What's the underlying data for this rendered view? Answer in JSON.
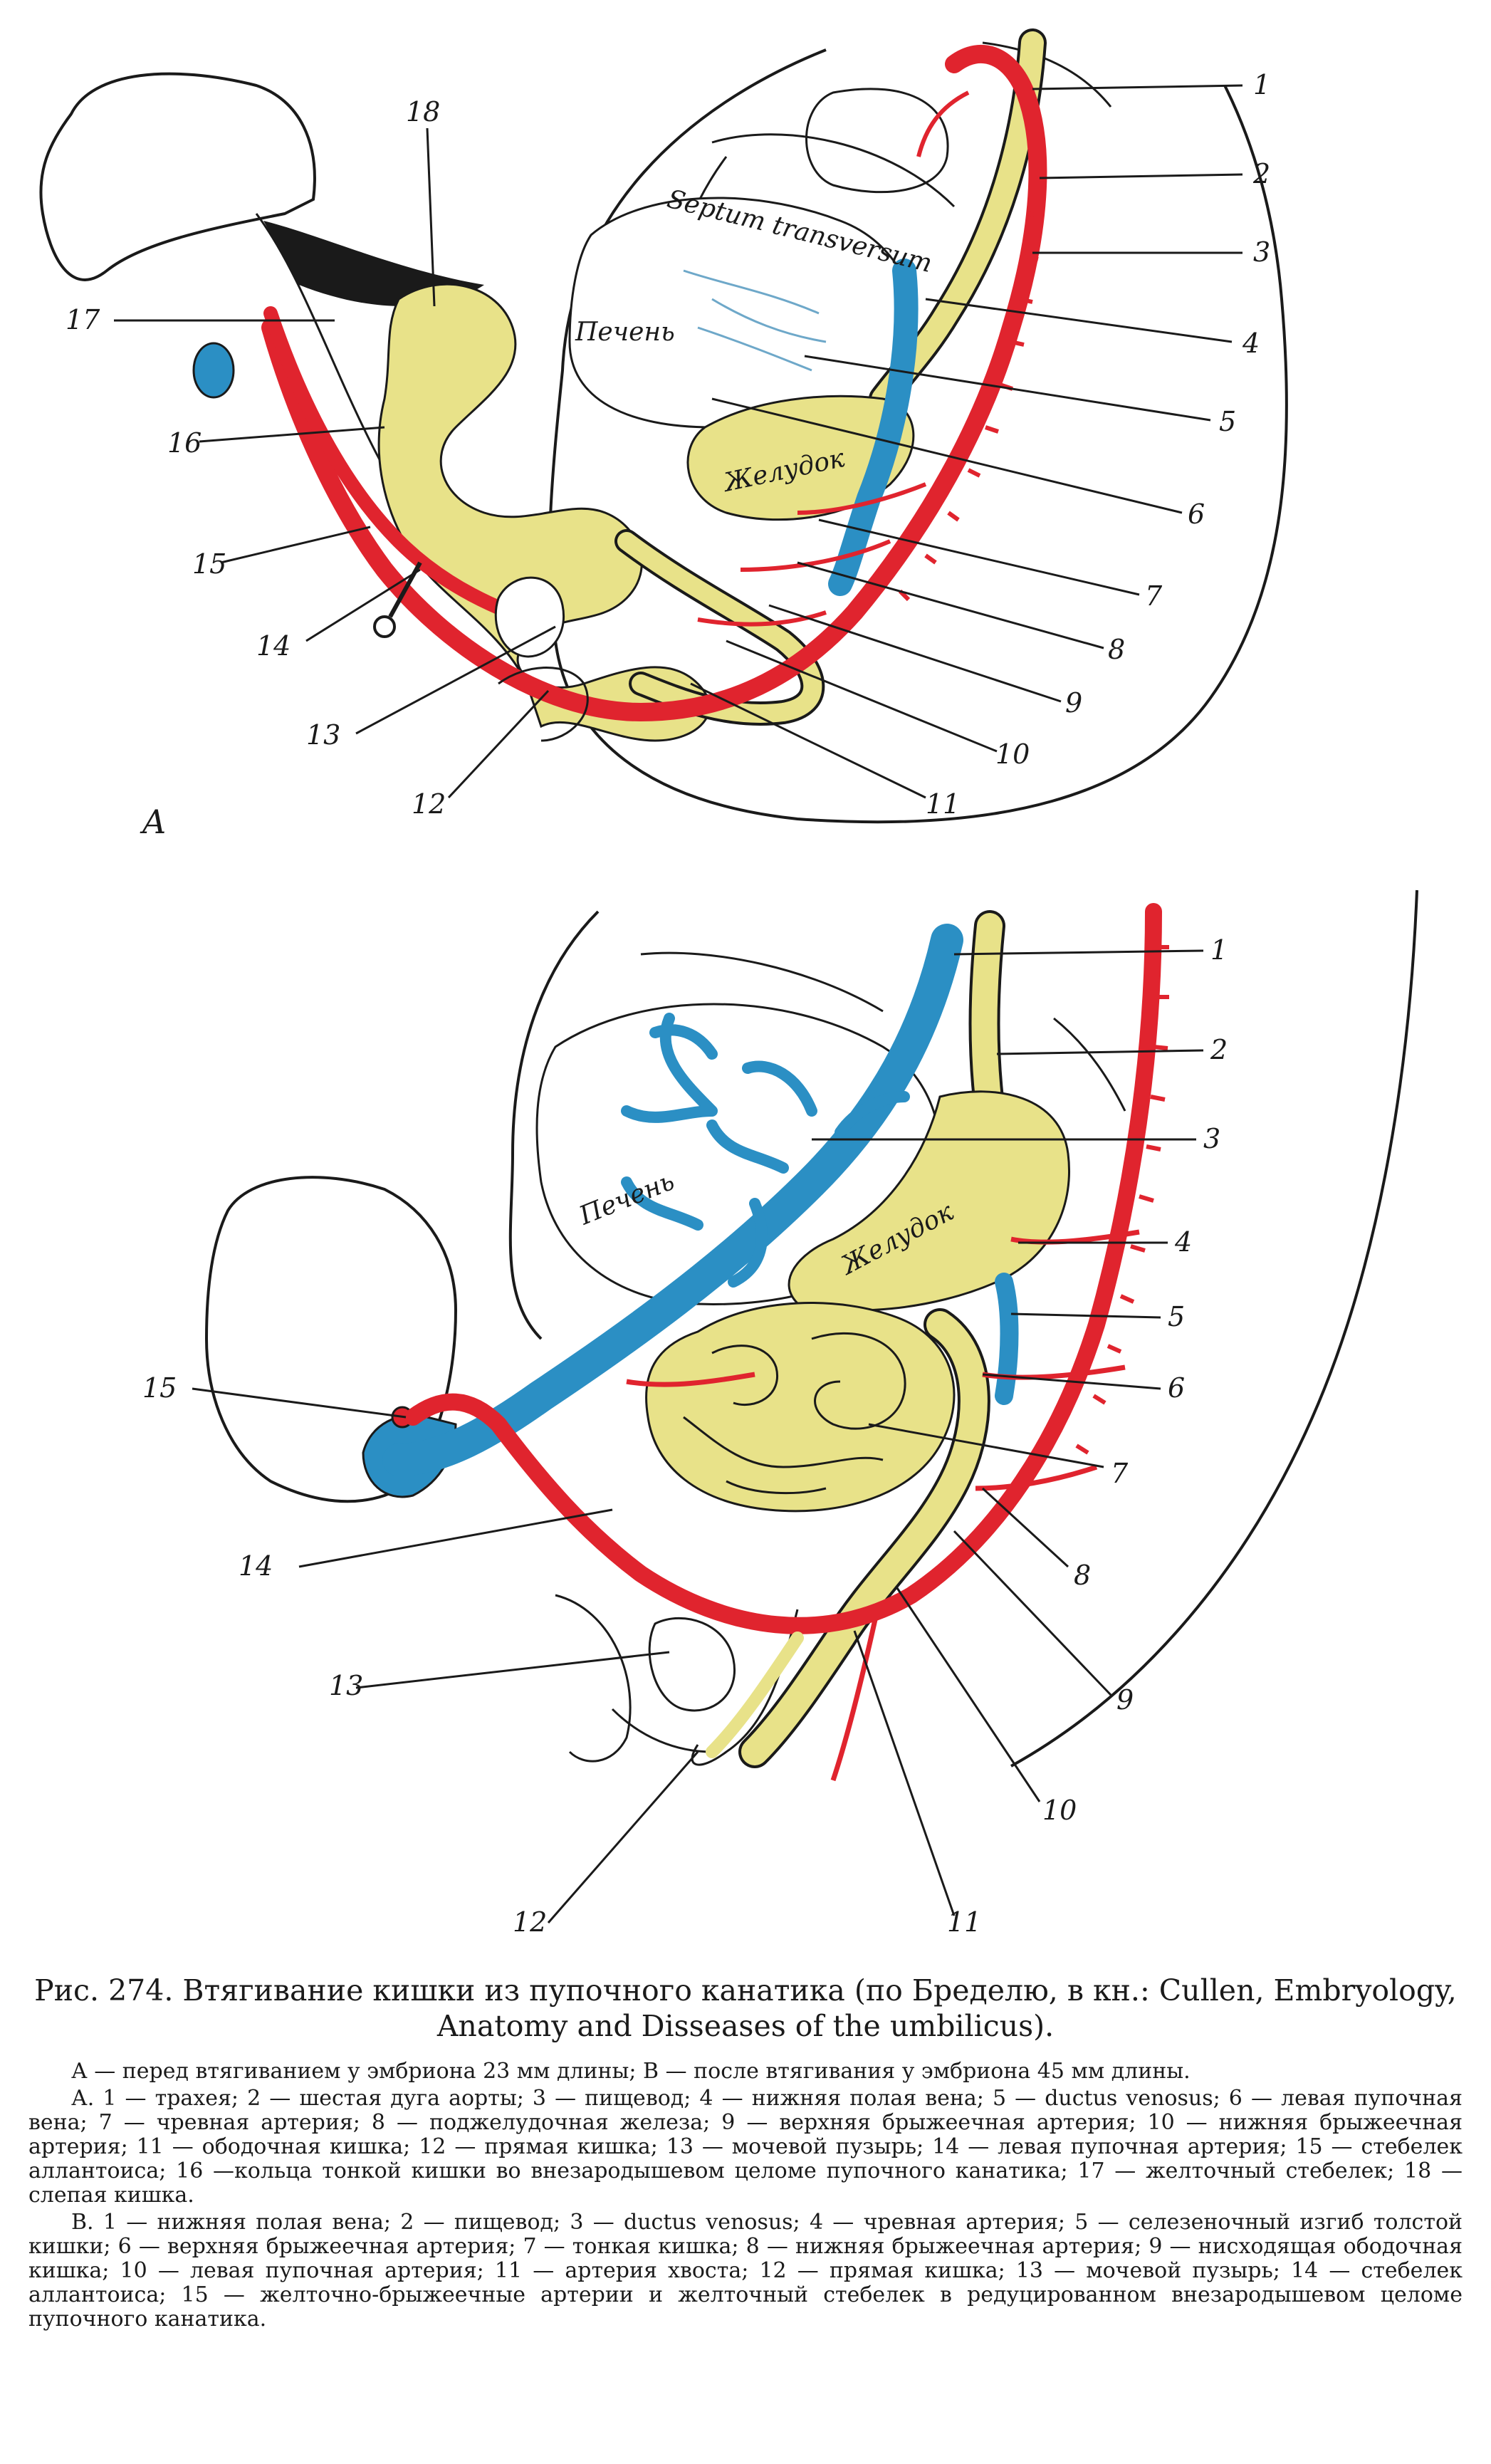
{
  "panels": {
    "a": {
      "letter": "A",
      "organ_labels": {
        "septum": "Septum transversum",
        "liver": "Печень",
        "stomach": "Желудок"
      },
      "callouts": [
        "1",
        "2",
        "3",
        "4",
        "5",
        "6",
        "7",
        "8",
        "9",
        "10",
        "11",
        "12",
        "13",
        "14",
        "15",
        "16",
        "17",
        "18"
      ]
    },
    "b": {
      "organ_labels": {
        "liver": "Печень",
        "stomach": "Желудок"
      },
      "callouts": [
        "1",
        "2",
        "3",
        "4",
        "5",
        "6",
        "7",
        "8",
        "9",
        "10",
        "11",
        "12",
        "13",
        "14",
        "15"
      ]
    }
  },
  "colors": {
    "artery": "#e0242e",
    "vein": "#2b8fc4",
    "gut": "#e8e289",
    "outline": "#1a1a1a"
  },
  "caption": {
    "title": "Рис. 274. Втягивание кишки из пупочного канатика (по Бределю, в кн.: Cullen, Embryology, Anatomy and Disseases of the umbilicus).",
    "lines": [
      "А — перед втягиванием у эмбриона 23 мм длины; В — после втягивания у эмбриона 45 мм длины.",
      "А. 1 — трахея; 2 — шестая дуга аорты; 3 — пищевод; 4 — нижняя полая вена; 5 — ductus venosus; 6 — левая пупочная вена; 7 — чревная артерия; 8 — поджелудочная железа; 9 — верхняя брыжеечная артерия; 10 — нижняя брыжеечная артерия; 11 — ободочная кишка; 12 — прямая кишка; 13 — мочевой пузырь; 14 — левая пупочная артерия; 15 — стебелек аллантоиса; 16 —кольца тонкой кишки во внезародышевом целоме пупочного канатика; 17 — желточный стебелек; 18 — слепая кишка.",
      "В. 1 — нижняя полая вена; 2 — пищевод; 3 — ductus venosus; 4 — чревная артерия; 5 — селезеночный изгиб толстой кишки; 6 — верхняя брыжеечная артерия; 7 — тонкая кишка; 8 — нижняя брыжеечная артерия; 9 — нисходящая ободочная кишка; 10 — левая пупочная артерия; 11 — артерия хвоста; 12 — прямая кишка; 13 — мочевой пузырь; 14 — стебелек аллантоиса; 15 — желточно-брыжеечные артерии и желточный стебелек в редуцированном внезародышевом целоме пупочного канатика."
    ]
  }
}
